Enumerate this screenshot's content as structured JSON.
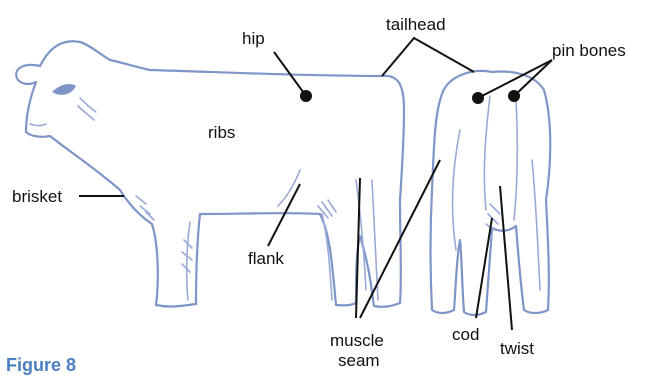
{
  "labels": {
    "hip": "hip",
    "tailhead": "tailhead",
    "pin_bones": "pin bones",
    "ribs": "ribs",
    "brisket": "brisket",
    "flank": "flank",
    "muscle_seam_1": "muscle",
    "muscle_seam_2": "seam",
    "cod": "cod",
    "twist": "twist"
  },
  "caption": "Figure 8",
  "colors": {
    "outline": "#7f95c8",
    "leader": "#111111",
    "caption": "#4a7fc1"
  }
}
